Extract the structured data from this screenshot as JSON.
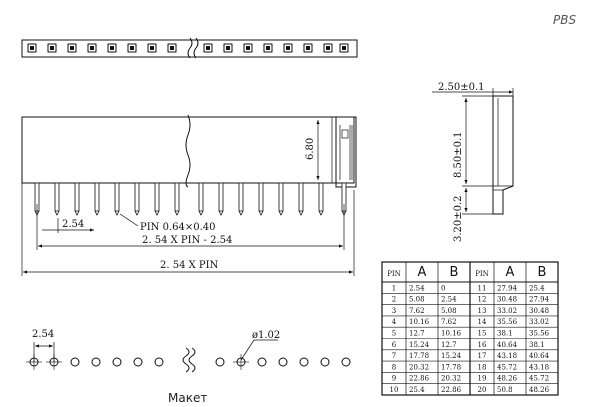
{
  "series_label": "PBS",
  "caption": "Макет",
  "dims": {
    "height_total": "2.50±0.1",
    "body_height": "8.50±0.1",
    "pin_length": "3.20±0.2",
    "header_height": "6.80",
    "pitch_top": "2.54",
    "pin_size": "PIN 0.64×0.40",
    "span_minus": "2. 54 X PIN - 2.54",
    "span_total": "2. 54 X PIN",
    "pitch_bottom": "2.54",
    "hole_dia": "ø1.02"
  },
  "table": {
    "headers": [
      "PIN",
      "A",
      "B",
      "PIN",
      "A",
      "B"
    ],
    "rows": [
      [
        "1",
        "2.54",
        "0",
        "11",
        "27.94",
        "25.4"
      ],
      [
        "2",
        "5.08",
        "2.54",
        "12",
        "30.48",
        "27.94"
      ],
      [
        "3",
        "7.62",
        "5.08",
        "13",
        "33.02",
        "30.48"
      ],
      [
        "4",
        "10.16",
        "7.62",
        "14",
        "35.56",
        "33.02"
      ],
      [
        "5",
        "12.7",
        "10.16",
        "15",
        "38.1",
        "35.56"
      ],
      [
        "6",
        "15.24",
        "12.7",
        "16",
        "40.64",
        "38.1"
      ],
      [
        "7",
        "17.78",
        "15.24",
        "17",
        "43.18",
        "40.64"
      ],
      [
        "8",
        "20.32",
        "17.78",
        "18",
        "45.72",
        "43.18"
      ],
      [
        "9",
        "22.86",
        "20.32",
        "19",
        "48.26",
        "45.72"
      ],
      [
        "10",
        "25.4",
        "22.86",
        "20",
        "50.8",
        "48.26"
      ]
    ]
  }
}
